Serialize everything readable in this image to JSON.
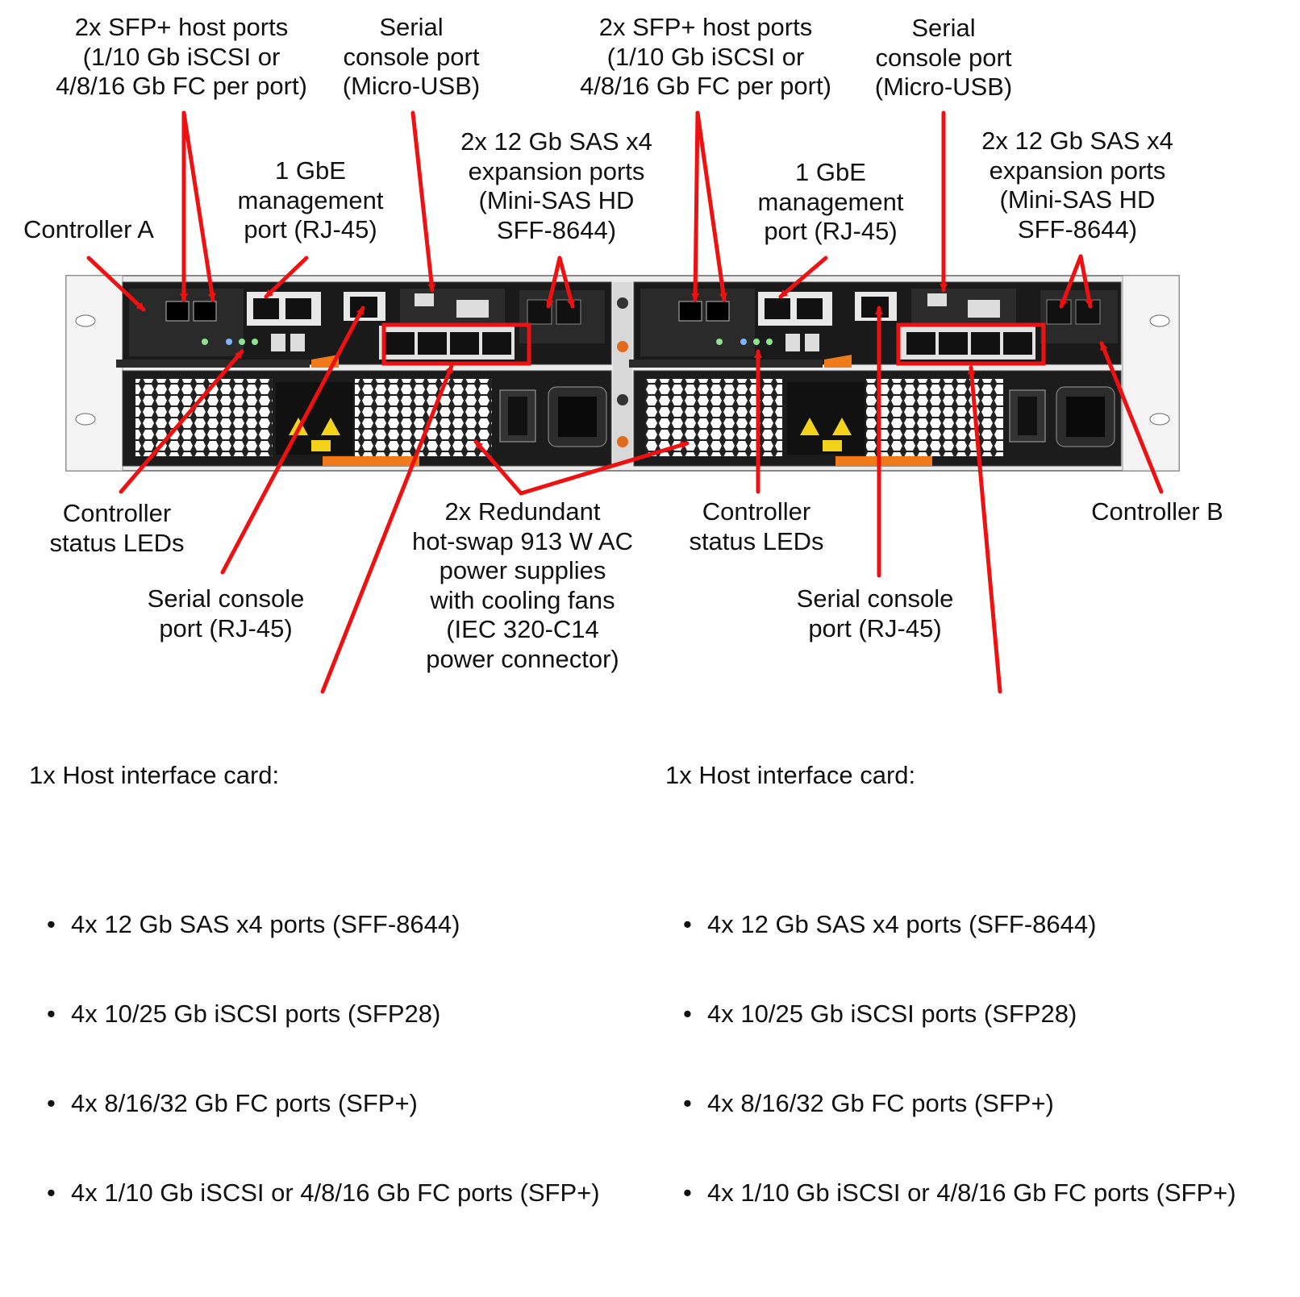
{
  "labels": {
    "sfp_left": "2x SFP+ host ports\n(1/10 Gb iSCSI or\n4/8/16 Gb FC per port)",
    "serial_usb_left": "Serial\nconsole port\n(Micro-USB)",
    "sfp_right": "2x SFP+ host ports\n(1/10 Gb iSCSI or\n4/8/16 Gb FC per port)",
    "serial_usb_right": "Serial\nconsole port\n(Micro-USB)",
    "sas_left": "2x 12 Gb SAS x4\nexpansion ports\n(Mini-SAS HD\nSFF-8644)",
    "sas_right": "2x 12 Gb SAS x4\nexpansion ports\n(Mini-SAS HD\nSFF-8644)",
    "mgmt_left": "1 GbE\nmanagement\nport (RJ-45)",
    "mgmt_right": "1 GbE\nmanagement\nport (RJ-45)",
    "controller_a": "Controller A",
    "controller_b": "Controller B",
    "status_leds_left": "Controller\nstatus LEDs",
    "status_leds_right": "Controller\nstatus LEDs",
    "psu": "2x Redundant\nhot-swap 913 W AC\npower supplies\nwith cooling fans\n(IEC 320-C14\npower connector)",
    "serial_rj45_left": "Serial console\nport (RJ-45)",
    "serial_rj45_right": "Serial console\nport (RJ-45)"
  },
  "host_card_left": {
    "heading": "1x Host interface card:",
    "bullet": "•",
    "items": [
      "4x 12 Gb SAS x4 ports (SFF-8644)",
      "4x 10/25 Gb iSCSI ports (SFP28)",
      "4x 8/16/32 Gb FC ports (SFP+)",
      "4x 1/10 Gb iSCSI or 4/8/16 Gb FC ports (SFP+)"
    ]
  },
  "host_card_right": {
    "heading": "1x Host interface card:",
    "bullet": "•",
    "items": [
      "4x 12 Gb SAS x4 ports (SFF-8644)",
      "4x 10/25 Gb iSCSI ports (SFP28)",
      "4x 8/16/32 Gb FC ports (SFP+)",
      "4x 1/10 Gb iSCSI or 4/8/16 Gb FC ports (SFP+)"
    ]
  },
  "colors": {
    "callout": "#ee1111",
    "chassis": "#e6e6e6",
    "controller": "#1a1a1a",
    "accent": "#f07a1a",
    "warning": "#f3d21c"
  }
}
